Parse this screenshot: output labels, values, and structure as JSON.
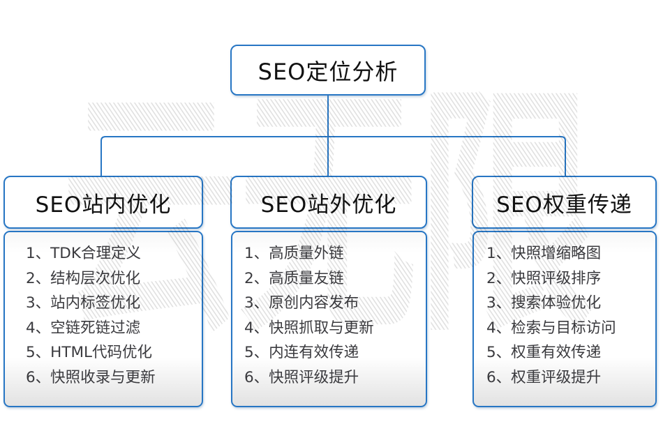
{
  "colors": {
    "accent": "#2776c4",
    "item_text": "#3a3a3e",
    "watermark_gray": "#e0e0e0"
  },
  "root": {
    "title": "SEO定位分析"
  },
  "branches": [
    {
      "title": "SEO站内优化",
      "items": [
        "1、TDK合理定义",
        "2、结构层次优化",
        "3、站内标签优化",
        "4、空链死链过滤",
        "5、HTML代码优化",
        "6、快照收录与更新"
      ]
    },
    {
      "title": "SEO站外优化",
      "items": [
        "1、高质量外链",
        "2、高质量友链",
        "3、原创内容发布",
        "4、快照抓取与更新",
        "5、内连有效传递",
        "6、快照评级提升"
      ]
    },
    {
      "title": "SEO权重传递",
      "items": [
        "1、快照增缩略图",
        "2、快照评级排序",
        "3、搜索体验优化",
        "4、检索与目标访问",
        "5、权重有效传递",
        "6、权重评级提升"
      ]
    }
  ],
  "watermark": "云无限"
}
